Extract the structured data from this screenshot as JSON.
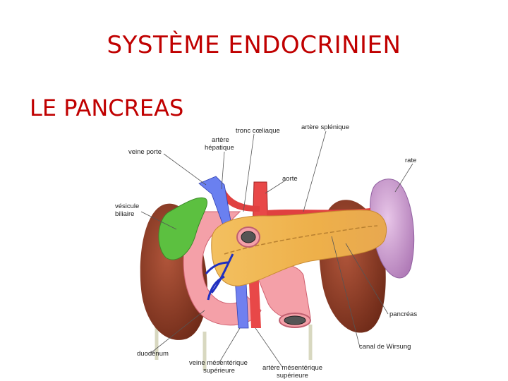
{
  "page": {
    "title": "SYSTÈME ENDOCRINIEN",
    "subtitle": "LE PANCREAS"
  },
  "labels": {
    "tronc_coeliaque": "tronc cœliaque",
    "artere_splenique": "artère splénique",
    "artere_hepatique_1": "artère",
    "artere_hepatique_2": "hépatique",
    "veine_porte": "veine porte",
    "rate": "rate",
    "aorte": "aorte",
    "vesicule_1": "vésicule",
    "vesicule_2": "biliaire",
    "pancreas": "pancréas",
    "canal_wirsung": "canal de Wirsung",
    "duodenum": "duodénum",
    "veine_mes_1": "veine mésentérique",
    "veine_mes_2": "supérieure",
    "artere_mes_1": "artère mésentérique",
    "artere_mes_2": "supérieure"
  },
  "colors": {
    "title": "#c00000",
    "pancreas": "#f0b44a",
    "kidney": "#8b3a22",
    "spleen": "#c890c8",
    "gallbladder": "#5cc040",
    "artery": "#e04040",
    "vein": "#6070e0",
    "duodenum": "#f4a0a8"
  }
}
